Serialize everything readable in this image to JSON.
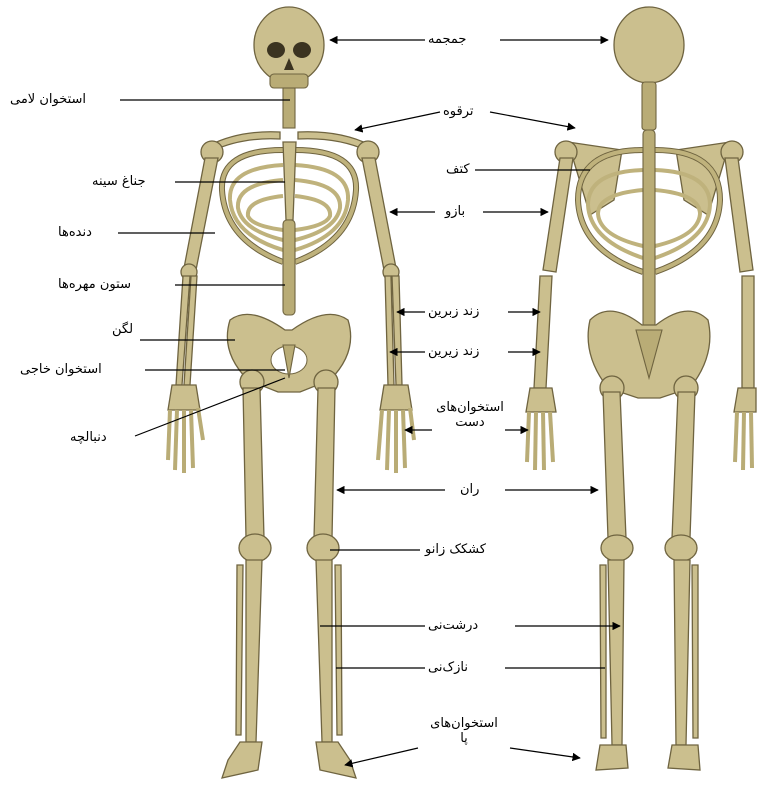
{
  "colors": {
    "bone": "#cbbf8e",
    "bone_shadow": "#6f6440",
    "line": "#000000",
    "background": "#ffffff"
  },
  "labels": {
    "skull": "جمجمه",
    "hyoid": "استخوان لامی",
    "clavicle": "ترقوه",
    "scapula": "کتف",
    "sternum": "جناغ سینه",
    "humerus": "بازو",
    "ribs": "دنده‌ها",
    "spine": "ستون مهره‌ها",
    "ulna": "زند زبرین",
    "radius": "زند زیرین",
    "pelvis": "لگن",
    "sacrum": "استخوان خاجی",
    "hand_bones_1": "استخوان‌های",
    "hand_bones_2": "دست",
    "coccyx": "دنبالچه",
    "femur": "ران",
    "patella": "کشکک زانو",
    "tibia": "درشت‌نی",
    "fibula": "نازک‌نی",
    "foot_bones_1": "استخوان‌های",
    "foot_bones_2": "پا"
  }
}
